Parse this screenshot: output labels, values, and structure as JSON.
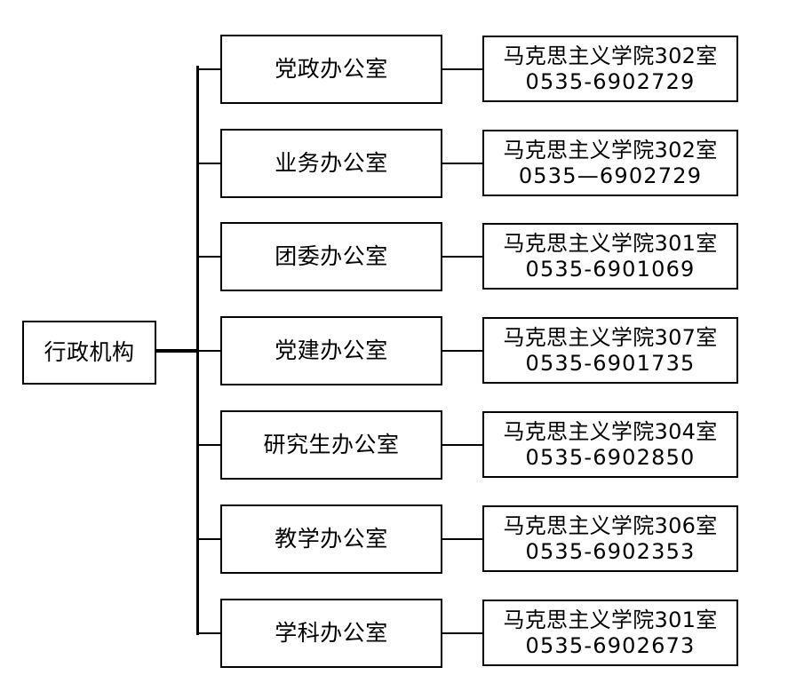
{
  "diagram": {
    "type": "organizational-tree",
    "title_text": "行政机构",
    "orientation": "left-to-right",
    "background_color": "#ffffff",
    "line_color": "#000000",
    "text_color": "#000000",
    "root": {
      "label": "行政机构"
    },
    "branches": [
      {
        "unit": "党政办公室",
        "location": "马克思主义学院302室",
        "phone": "0535-6902729"
      },
      {
        "unit": "业务办公室",
        "location": "马克思主义学院302室",
        "phone": "0535—6902729"
      },
      {
        "unit": "团委办公室",
        "location": "马克思主义学院301室",
        "phone": "0535-6901069"
      },
      {
        "unit": "党建办公室",
        "location": "马克思主义学院307室",
        "phone": "0535-6901735"
      },
      {
        "unit": "研究生办公室",
        "location": "马克思主义学院304室",
        "phone": "0535-6902850"
      },
      {
        "unit": "教学办公室",
        "location": "马克思主义学院306室",
        "phone": "0535-6902353"
      },
      {
        "unit": "学科办公室",
        "location": "马克思主义学院301室",
        "phone": "0535-6902673"
      }
    ]
  }
}
